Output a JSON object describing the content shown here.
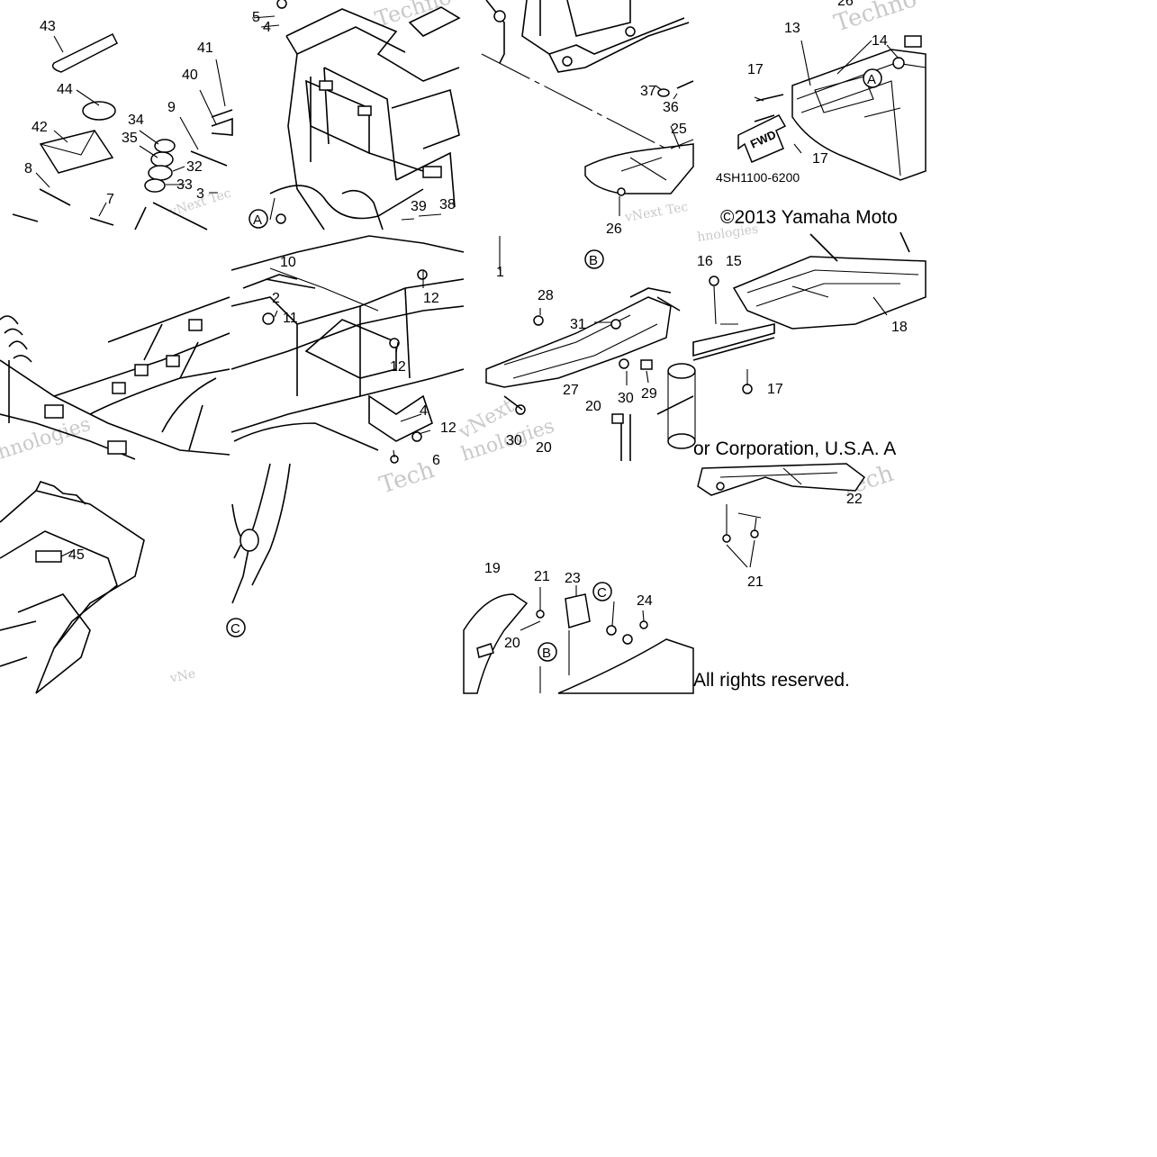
{
  "diagram": {
    "copyright_part1": "©2013 Yamaha Moto",
    "copyright_part2": "or Corporation, U.S.A. A",
    "copyright_part3": "All rights reserved.",
    "drawing_code": "4SH1100-6200",
    "fwd_label": "FWD",
    "ref_markers": [
      "A",
      "B",
      "C"
    ],
    "watermark_lines": [
      "vNext Tec",
      "vNext",
      "Techno",
      "hnologies",
      "Tech",
      "vNe"
    ],
    "callouts": [
      {
        "id": "c1",
        "label": "43"
      },
      {
        "id": "c2",
        "label": "44"
      },
      {
        "id": "c3",
        "label": "42"
      },
      {
        "id": "c4",
        "label": "34"
      },
      {
        "id": "c5",
        "label": "35"
      },
      {
        "id": "c6",
        "label": "32"
      },
      {
        "id": "c7",
        "label": "33"
      },
      {
        "id": "c8",
        "label": "9"
      },
      {
        "id": "c9",
        "label": "40"
      },
      {
        "id": "c10",
        "label": "41"
      },
      {
        "id": "c11",
        "label": "8"
      },
      {
        "id": "c12",
        "label": "7"
      },
      {
        "id": "c13",
        "label": "3"
      },
      {
        "id": "c14",
        "label": "5"
      },
      {
        "id": "c15",
        "label": "4"
      },
      {
        "id": "c16",
        "label": "39"
      },
      {
        "id": "c17",
        "label": "38"
      },
      {
        "id": "c18",
        "label": "37"
      },
      {
        "id": "c19",
        "label": "36"
      },
      {
        "id": "c20",
        "label": "25"
      },
      {
        "id": "c21",
        "label": "26"
      },
      {
        "id": "c22",
        "label": "13"
      },
      {
        "id": "c23",
        "label": "14"
      },
      {
        "id": "c24",
        "label": "17"
      },
      {
        "id": "c25",
        "label": "17"
      },
      {
        "id": "c26",
        "label": "10"
      },
      {
        "id": "c27",
        "label": "2"
      },
      {
        "id": "c28",
        "label": "11"
      },
      {
        "id": "c29",
        "label": "12"
      },
      {
        "id": "c30",
        "label": "12"
      },
      {
        "id": "c31",
        "label": "1"
      },
      {
        "id": "c32",
        "label": "28"
      },
      {
        "id": "c33",
        "label": "31"
      },
      {
        "id": "c34",
        "label": "27"
      },
      {
        "id": "c35",
        "label": "30"
      },
      {
        "id": "c36",
        "label": "29"
      },
      {
        "id": "c37",
        "label": "20"
      },
      {
        "id": "c38",
        "label": "16"
      },
      {
        "id": "c39",
        "label": "15"
      },
      {
        "id": "c40",
        "label": "18"
      },
      {
        "id": "c41",
        "label": "17"
      },
      {
        "id": "c42",
        "label": "4"
      },
      {
        "id": "c43",
        "label": "12"
      },
      {
        "id": "c44",
        "label": "6"
      },
      {
        "id": "c45",
        "label": "30"
      },
      {
        "id": "c46",
        "label": "20"
      },
      {
        "id": "c47",
        "label": "22"
      },
      {
        "id": "c48",
        "label": "21"
      },
      {
        "id": "c49",
        "label": "45"
      },
      {
        "id": "c50",
        "label": "19"
      },
      {
        "id": "c51",
        "label": "21"
      },
      {
        "id": "c52",
        "label": "23"
      },
      {
        "id": "c53",
        "label": "24"
      },
      {
        "id": "c54",
        "label": "20"
      },
      {
        "id": "c55",
        "label": "26"
      }
    ]
  }
}
